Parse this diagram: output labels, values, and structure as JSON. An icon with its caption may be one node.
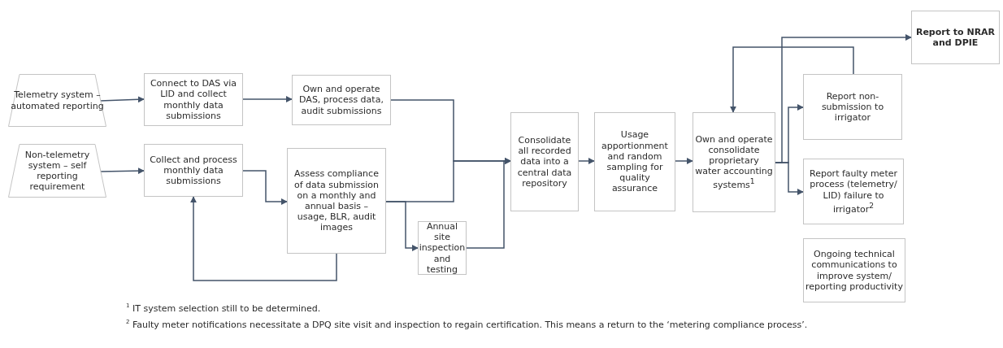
{
  "diagram": {
    "nodes": [
      {
        "text": [
          "Telemetry system – automated reporting"
        ]
      },
      {
        "text": [
          "Connect to DAS via LID and collect monthly data submissions"
        ]
      },
      {
        "text": [
          "Own and operate DAS, process data, audit submissions"
        ]
      },
      {
        "text": [
          "Non-telemetry system – self reporting requirement"
        ]
      },
      {
        "text": [
          "Collect and process monthly data submissions"
        ]
      },
      {
        "text": [
          "Assess compliance of data submission on a monthly and annual basis – usage, BLR, audit images"
        ]
      },
      {
        "text": [
          "Annual site inspection and testing"
        ]
      },
      {
        "text": [
          "Consolidate all recorded data into a central data repository"
        ]
      },
      {
        "text": [
          "Usage apportionment and random sampling for quality assurance"
        ]
      },
      {
        "text": [
          "Own and operate consolidate proprietary water accounting systems$^{1}$"
        ]
      },
      {
        "text": [
          "Report to NRAR and DPIE"
        ]
      },
      {
        "text": [
          "Report non-submission to irrigator"
        ]
      },
      {
        "text": [
          "Report faulty meter process (telemetry/ LID) failure to irrigator$^{2}$"
        ]
      },
      {
        "text": [
          "Ongoing technical communications to improve system/ reporting productivity"
        ]
      }
    ],
    "edges": [
      {
        "from": 0,
        "to": 1,
        "arrow": "to"
      },
      {
        "from": 1,
        "to": 2,
        "arrow": "to"
      },
      {
        "from": 2,
        "to": 7,
        "arrow": "to"
      },
      {
        "from": 3,
        "to": 4,
        "arrow": "to"
      },
      {
        "from": 4,
        "to": 5,
        "arrow": "to"
      },
      {
        "from": 5,
        "to": 7,
        "arrow": "to"
      },
      {
        "from": 5,
        "to": 6,
        "arrow": "to"
      },
      {
        "from": 6,
        "to": 7,
        "arrow": "to"
      },
      {
        "from": 5,
        "to": 4,
        "arrow": "to"
      },
      {
        "from": 7,
        "to": 8,
        "arrow": "to"
      },
      {
        "from": 8,
        "to": 9,
        "arrow": "to"
      },
      {
        "from": 9,
        "to": 10,
        "arrow": "to"
      },
      {
        "from": 9,
        "to": 11,
        "arrow": "to"
      },
      {
        "from": 9,
        "to": 12,
        "arrow": "to"
      },
      {
        "from": 11,
        "to": 9,
        "arrow": "to"
      }
    ],
    "labels": [
      "$^{1}$ IT system selection still to be determined.",
      "$^{2}$ Faulty meter notifications necessitate a DPQ site visit and inspection to regain certification. This means a return to the ‘metering compliance process’."
    ]
  }
}
